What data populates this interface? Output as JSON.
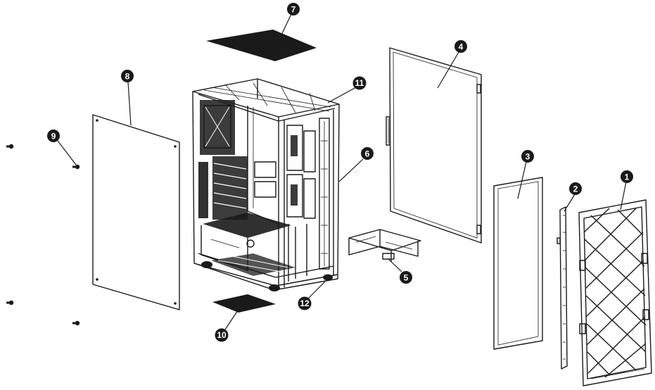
{
  "callouts": [
    {
      "id": "c1",
      "label": "1"
    },
    {
      "id": "c2",
      "label": "2"
    },
    {
      "id": "c3",
      "label": "3"
    },
    {
      "id": "c4",
      "label": "4"
    },
    {
      "id": "c5",
      "label": "5"
    },
    {
      "id": "c6",
      "label": "6"
    },
    {
      "id": "c7",
      "label": "7"
    },
    {
      "id": "c8",
      "label": "8"
    },
    {
      "id": "c9",
      "label": "9"
    },
    {
      "id": "c10",
      "label": "10"
    },
    {
      "id": "c11",
      "label": "11"
    },
    {
      "id": "c12",
      "label": "12"
    }
  ],
  "colors": {
    "ink": "#1a1a1a",
    "background": "#ffffff"
  }
}
